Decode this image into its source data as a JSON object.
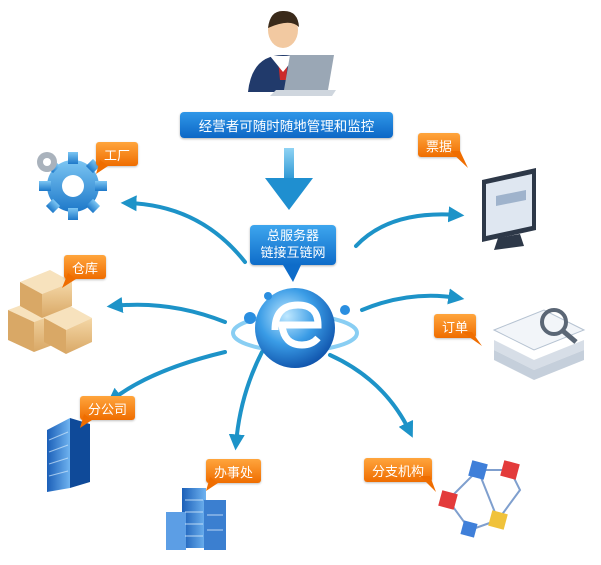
{
  "top_banner": "经营者可随时随地管理和监控",
  "server_box": {
    "line1": "总服务器",
    "line2": "链接互链网"
  },
  "nodes": {
    "factory": "工厂",
    "warehouse": "仓库",
    "branch": "分公司",
    "office": "办事处",
    "sub_org": "分支机构",
    "tickets": "票据",
    "orders": "订单"
  },
  "colors": {
    "blue": "#1278d1",
    "orange": "#f7861e",
    "arrow": "#1d93c8"
  }
}
